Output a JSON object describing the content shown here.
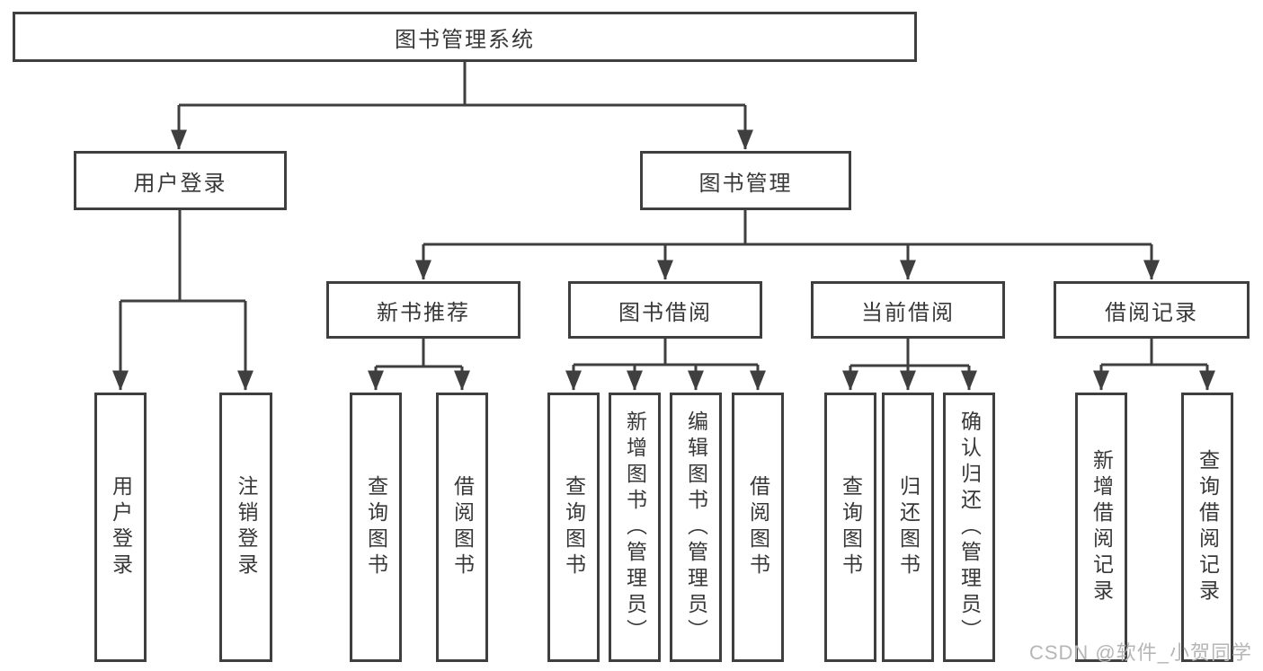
{
  "diagram_type": "hierarchy-tree",
  "colors": {
    "line": "#3f3f3f",
    "box_border": "#3f3f3f",
    "text": "#383838",
    "background": "#ffffff",
    "watermark": "#b6b6b6"
  },
  "watermark": {
    "text": "CSDN @软件_小贺同学"
  },
  "tree": {
    "label": "图书管理系统",
    "children": [
      {
        "label": "用户登录",
        "children": [
          {
            "label": "用户登录"
          },
          {
            "label": "注销登录"
          }
        ]
      },
      {
        "label": "图书管理",
        "children": [
          {
            "label": "新书推荐",
            "children": [
              {
                "label": "查询图书"
              },
              {
                "label": "借阅图书"
              }
            ]
          },
          {
            "label": "图书借阅",
            "children": [
              {
                "label": "查询图书"
              },
              {
                "label": "新增图书（管理员）"
              },
              {
                "label": "编辑图书（管理员）"
              },
              {
                "label": "借阅图书"
              }
            ]
          },
          {
            "label": "当前借阅",
            "children": [
              {
                "label": "查询图书"
              },
              {
                "label": "归还图书"
              },
              {
                "label": "确认归还（管理员）"
              }
            ]
          },
          {
            "label": "借阅记录",
            "children": [
              {
                "label": "新增借阅记录"
              },
              {
                "label": "查询借阅记录"
              }
            ]
          }
        ]
      }
    ]
  }
}
